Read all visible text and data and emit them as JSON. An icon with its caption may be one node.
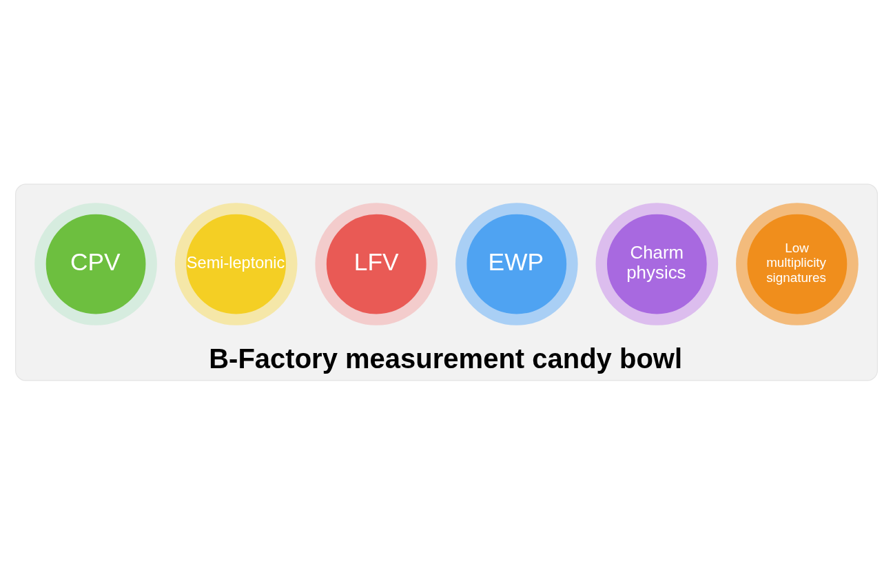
{
  "diagram": {
    "nodes": [
      {
        "text": [
          "B-Factory measurement candy bowl"
        ]
      },
      {
        "text": [
          "CPV"
        ],
        "in": 0
      },
      {
        "text": [
          "Semi-leptonic"
        ],
        "in": 0
      },
      {
        "text": [
          "LFV"
        ],
        "in": 0
      },
      {
        "text": [
          "EWP"
        ],
        "in": 0
      },
      {
        "text": [
          "Charm physics"
        ],
        "in": 0
      },
      {
        "text": [
          "Low multiplicity signatures"
        ],
        "in": 0
      }
    ],
    "edges": []
  }
}
